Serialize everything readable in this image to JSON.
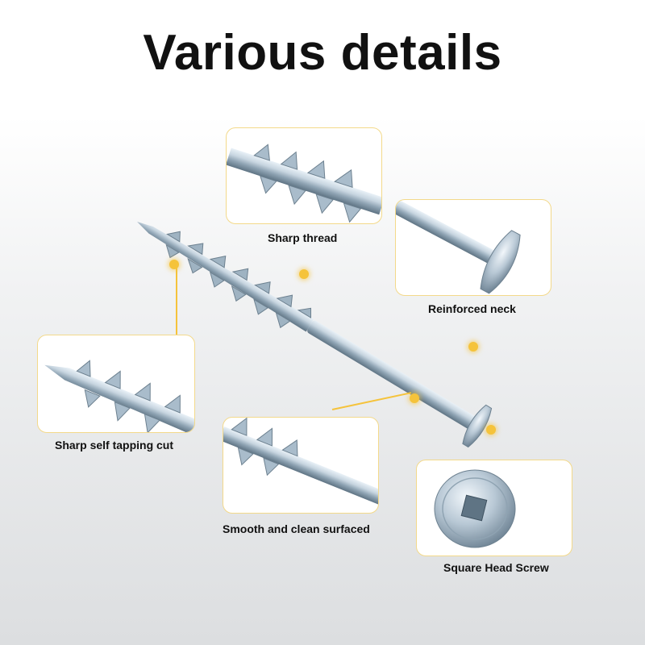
{
  "title": "Various details",
  "callouts": {
    "sharp_thread": "Sharp thread",
    "reinforced_neck": "Reinforced  neck",
    "self_tapping": "Sharp self tapping cut",
    "smooth_surface": "Smooth and clean surfaced",
    "square_head": "Square Head Screw"
  },
  "colors": {
    "accent": "#f5c33b",
    "card_border": "#f3d98a",
    "metal": "#b9c9d6"
  }
}
